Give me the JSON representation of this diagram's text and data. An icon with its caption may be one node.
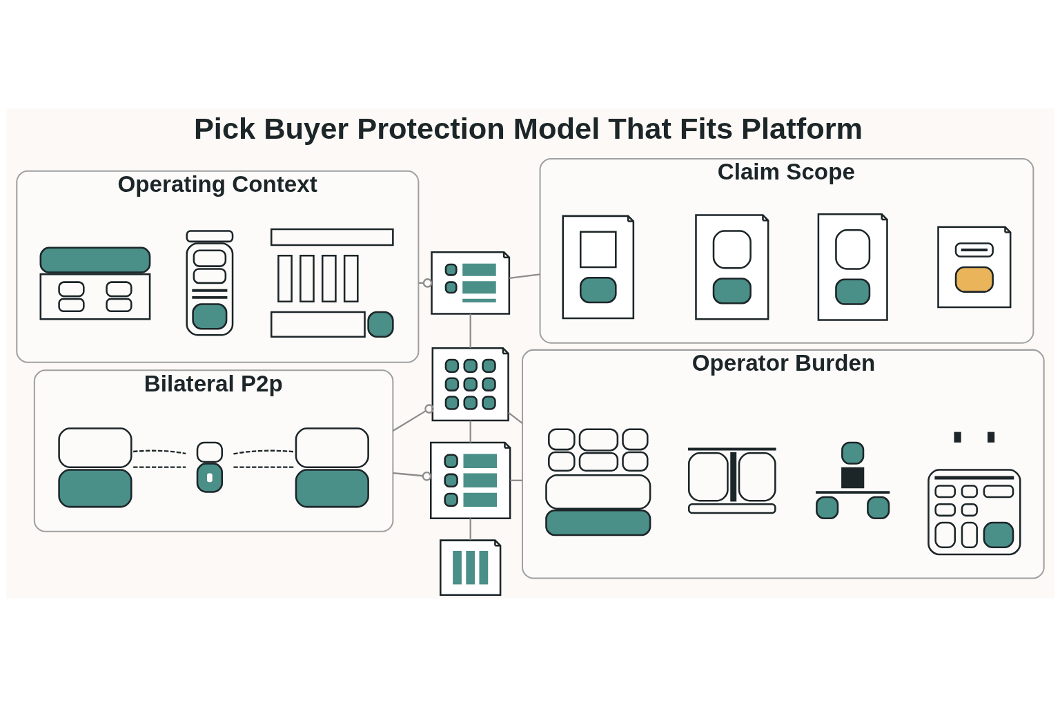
{
  "diagram": {
    "title": "Pick Buyer Protection Model That Fits Platform",
    "nodes": [
      {
        "text": [
          "Operating Context"
        ]
      },
      {
        "text": [],
        "shape": "picture",
        "in": 0
      },
      {
        "text": [],
        "shape": "picture",
        "in": 0
      },
      {
        "text": [],
        "shape": "picture",
        "in": 0
      },
      {
        "text": [],
        "shape": "picture"
      },
      {
        "text": [
          "Claim Scope"
        ]
      },
      {
        "text": [],
        "shape": "picture",
        "in": 5
      },
      {
        "text": [],
        "shape": "picture",
        "in": 5
      },
      {
        "text": [],
        "shape": "picture",
        "in": 5
      },
      {
        "text": [],
        "shape": "picture",
        "in": 5
      },
      {
        "text": [],
        "shape": "picture"
      },
      {
        "text": [
          "Bilateral P2p"
        ]
      },
      {
        "text": [],
        "shape": "person",
        "in": 11
      },
      {
        "text": [],
        "shape": "picture",
        "in": 11
      },
      {
        "text": [],
        "shape": "person",
        "in": 11
      },
      {
        "text": [],
        "shape": "picture"
      },
      {
        "text": [
          "Operator Burden"
        ]
      },
      {
        "text": [],
        "shape": "picture",
        "in": 16
      },
      {
        "text": [],
        "shape": "picture",
        "in": 16
      },
      {
        "text": [],
        "shape": "picture",
        "in": 16
      },
      {
        "text": [],
        "shape": "picture",
        "in": 16
      },
      {
        "text": [],
        "shape": "picture"
      }
    ],
    "edges": [
      {
        "from": 0,
        "to": 4,
        "arrow": "other"
      },
      {
        "from": 4,
        "to": 5,
        "arrow": "none"
      },
      {
        "from": 4,
        "to": 10,
        "arrow": "none"
      },
      {
        "from": 11,
        "to": 10,
        "arrow": "other"
      },
      {
        "from": 10,
        "to": 16,
        "arrow": "none"
      },
      {
        "from": 10,
        "to": 15,
        "arrow": "none"
      },
      {
        "from": 11,
        "to": 15,
        "arrow": "other"
      },
      {
        "from": 15,
        "to": 16,
        "arrow": "none"
      },
      {
        "from": 15,
        "to": 21,
        "arrow": "none"
      },
      {
        "from": 12,
        "to": 13,
        "arrow": "none",
        "style": "dashed",
        "color": "#1c2528"
      },
      {
        "from": 12,
        "to": 13,
        "arrow": "none",
        "style": "dashed",
        "color": "#1c2528"
      },
      {
        "from": 13,
        "to": 14,
        "arrow": "none",
        "style": "dashed",
        "color": "#1c2528"
      },
      {
        "from": 13,
        "to": 14,
        "arrow": "none",
        "style": "dashed",
        "color": "#1c2528"
      }
    ]
  }
}
